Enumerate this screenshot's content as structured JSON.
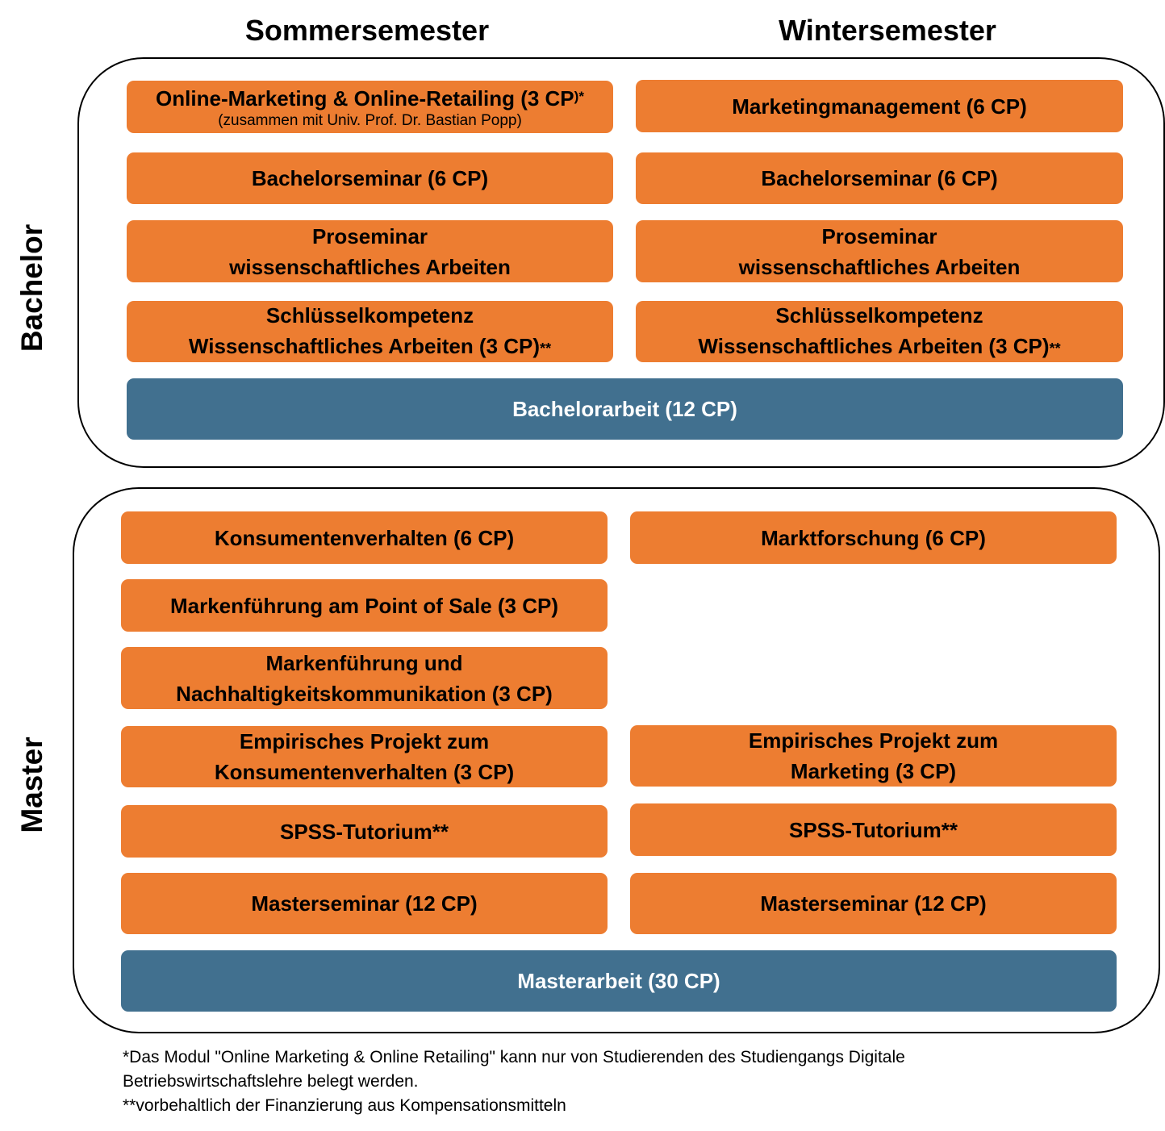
{
  "headers": {
    "summer": "Sommersemester",
    "winter": "Wintersemester"
  },
  "sections": {
    "bachelor": "Bachelor",
    "master": "Master"
  },
  "bachelor": {
    "summer": [
      {
        "main": "Online-Marketing & Online-Retailing (3 CP",
        "suffix": ")*",
        "sub": "(zusammen mit Univ. Prof. Dr. Bastian Popp)"
      },
      {
        "line1": "Bachelorseminar (6 CP)"
      },
      {
        "line1": "Proseminar",
        "line2": "wissenschaftliches Arbeiten"
      },
      {
        "line1": "Schlüsselkompetenz",
        "line2": "Wissenschaftliches Arbeiten (3 CP)",
        "stars": "**"
      }
    ],
    "winter": [
      {
        "line1": "Marketingmanagement (6 CP)"
      },
      {
        "line1": "Bachelorseminar (6 CP)"
      },
      {
        "line1": "Proseminar",
        "line2": "wissenschaftliches Arbeiten"
      },
      {
        "line1": "Schlüsselkompetenz",
        "line2": "Wissenschaftliches Arbeiten (3 CP)",
        "stars": "**"
      }
    ],
    "thesis": "Bachelorarbeit (12 CP)"
  },
  "master": {
    "summer": [
      {
        "line1": "Konsumentenverhalten (6 CP)"
      },
      {
        "line1": "Markenführung am Point of Sale (3 CP)"
      },
      {
        "line1": "Markenführung und",
        "line2": "Nachhaltigkeitskommunikation (3 CP)"
      },
      {
        "line1": "Empirisches Projekt zum",
        "line2": "Konsumentenverhalten (3 CP)"
      },
      {
        "line1": "SPSS-Tutorium**"
      },
      {
        "line1": "Masterseminar (12 CP)"
      }
    ],
    "winter": [
      {
        "line1": "Marktforschung (6 CP)"
      },
      {
        "line1": "Empirisches Projekt zum",
        "line2": "Marketing (3 CP)"
      },
      {
        "line1": "SPSS-Tutorium**"
      },
      {
        "line1": "Masterseminar (12 CP)"
      }
    ],
    "thesis": "Masterarbeit (30 CP)"
  },
  "footnotes": {
    "line1": "*Das Modul \"Online Marketing & Online Retailing\" kann nur von Studierenden des Studiengangs Digitale",
    "line2": "Betriebswirtschaftslehre belegt werden.",
    "line3": "**vorbehaltlich der Finanzierung aus Kompensationsmitteln"
  },
  "colors": {
    "course_box": "#ED7D31",
    "thesis_box": "#41708F",
    "thesis_text": "#FFFFFF",
    "frame": "#000000"
  }
}
